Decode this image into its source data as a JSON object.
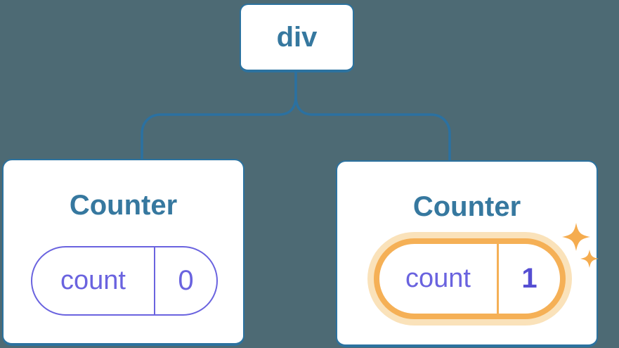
{
  "canvas": {
    "background_color": "#4D6A74"
  },
  "colors": {
    "card_background": "#FFFFFF",
    "node_border_blue": "#2C729F",
    "connector_blue": "#2B71A1",
    "heading_blue": "#36789F",
    "state_purple": "#6A63DF",
    "value_purple_bold": "#554ED2",
    "highlight_orange": "#F5B056",
    "highlight_glow_orange": "#FAE2BA",
    "sparkle_orange": "#F5AC4F"
  },
  "icons": {
    "sparkles": "sparkles-icon"
  },
  "tree": {
    "root": {
      "label": "div"
    },
    "children": [
      {
        "title": "Counter",
        "state": {
          "name": "count",
          "value": "0"
        },
        "highlighted": false
      },
      {
        "title": "Counter",
        "state": {
          "name": "count",
          "value": "1"
        },
        "highlighted": true
      }
    ]
  }
}
